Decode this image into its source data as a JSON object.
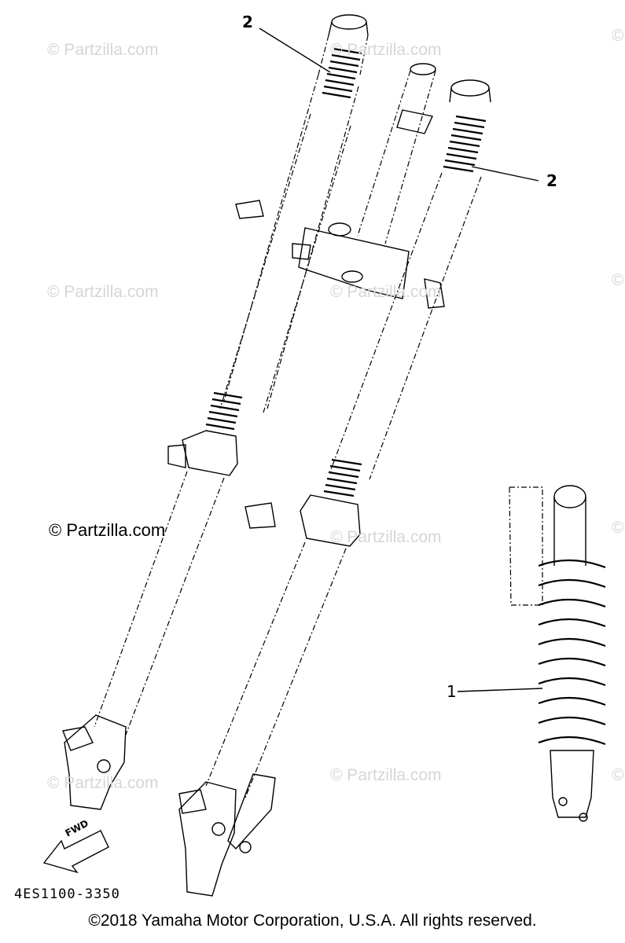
{
  "callouts": {
    "fork_left": "2",
    "fork_right": "2",
    "shock": "1"
  },
  "part_code": "4ES1100-3350",
  "fwd_label": "FWD",
  "copyright": "©2018 Yamaha Motor Corporation, U.S.A. All rights reserved.",
  "watermarks": {
    "text": "© Partzilla.com",
    "edge": "©"
  }
}
